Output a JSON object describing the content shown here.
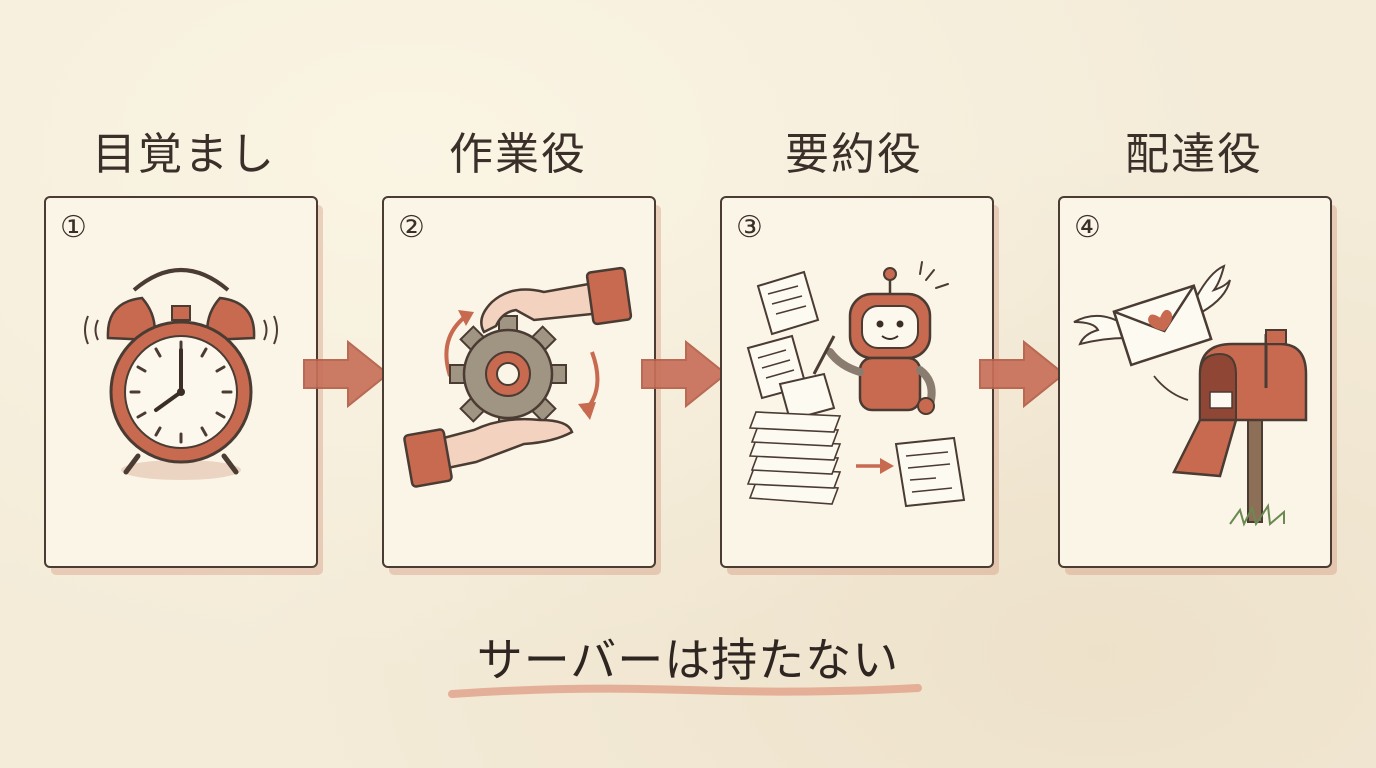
{
  "steps": [
    {
      "title": "目覚まし",
      "number": "①",
      "icon": "alarm-clock-icon"
    },
    {
      "title": "作業役",
      "number": "②",
      "icon": "hands-gear-icon"
    },
    {
      "title": "要約役",
      "number": "③",
      "icon": "robot-documents-icon"
    },
    {
      "title": "配達役",
      "number": "④",
      "icon": "mailbox-letter-icon"
    }
  ],
  "footer": {
    "text": "サーバーは持たない"
  },
  "colors": {
    "background": "#f4ecd9",
    "card": "#fbf5e8",
    "accent": "#c86a50",
    "accent_light": "#e2a48d",
    "ink": "#3a2e27",
    "gear": "#a09583"
  }
}
